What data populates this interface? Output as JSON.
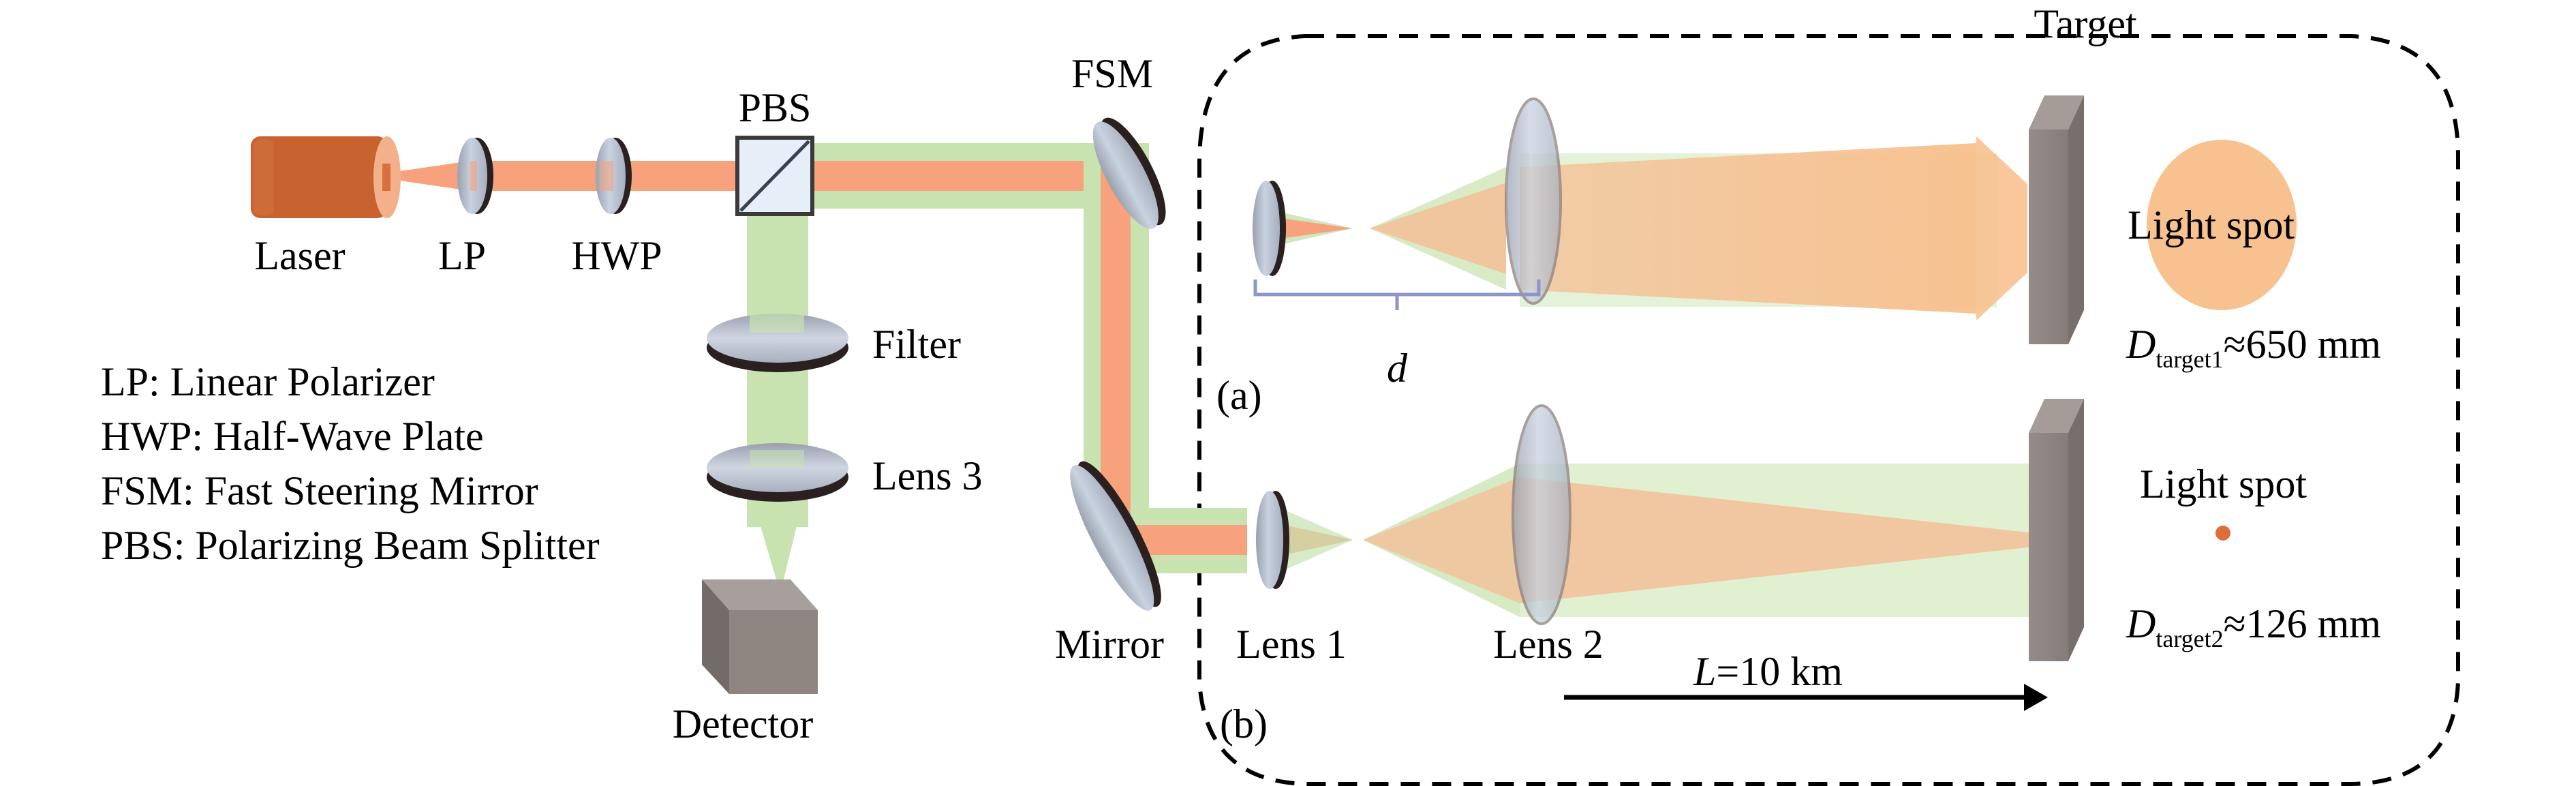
{
  "figure": {
    "type": "optical-setup-schematic",
    "colors": {
      "laser_beam": "#f7a27c",
      "return_beam": "#c8e2b0",
      "laser_body": "#c8622e",
      "laser_face": "#f4b08a",
      "optic_glass": "#b9c3d3",
      "optic_rim": "#2a2020",
      "housing_gray": "#8e8580",
      "dashed_border": "#000000",
      "bracket": "#8e96c8",
      "spot_a": "#f8c190",
      "spot_b": "#e06c3a"
    }
  },
  "components": {
    "laser": "Laser",
    "lp": "LP",
    "hwp": "HWP",
    "pbs": "PBS",
    "fsm": "FSM",
    "filter": "Filter",
    "lens3": "Lens 3",
    "detector": "Detector",
    "mirror": "Mirror",
    "lens1": "Lens 1",
    "lens2": "Lens 2",
    "target": "Target"
  },
  "legend": [
    "LP: Linear Polarizer",
    "HWP: Half-Wave Plate",
    "FSM: Fast Steering Mirror",
    "PBS: Polarizing Beam Splitter"
  ],
  "panel_a": {
    "tag": "(a)",
    "distance_symbol": "d",
    "spot_label": "Light spot",
    "diameter_symbol": "D",
    "diameter_subscript": "target1",
    "diameter_relation": "≈650 mm",
    "diameter_mm": 650
  },
  "panel_b": {
    "tag": "(b)",
    "spot_label": "Light spot",
    "diameter_symbol": "D",
    "diameter_subscript": "target2",
    "diameter_relation": "≈126 mm",
    "diameter_mm": 126,
    "range_symbol": "L",
    "range_value": "=10 km",
    "range_km": 10
  }
}
